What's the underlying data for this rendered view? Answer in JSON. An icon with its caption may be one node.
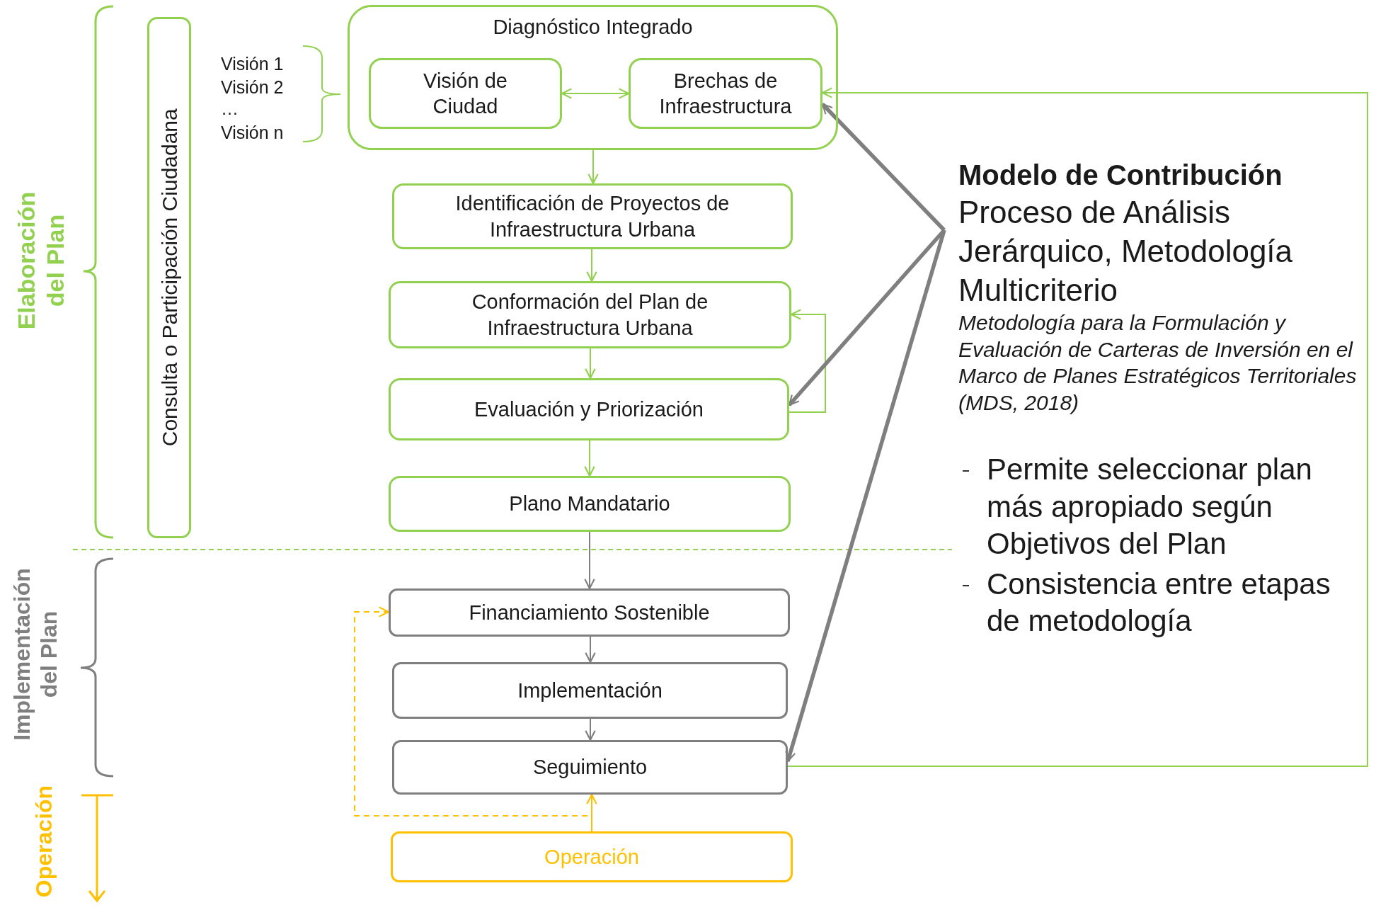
{
  "diagram": {
    "nodes": [
      {
        "text": [
          "Diagnóstico Integrado"
        ]
      },
      {
        "text": [
          "Visión de Ciudad"
        ],
        "in": 0
      },
      {
        "text": [
          "Brechas de Infraestructura"
        ],
        "in": 0
      },
      {
        "text": [
          "Identificación de Proyectos de Infraestructura Urbana"
        ]
      },
      {
        "text": [
          "Conformación del Plan de Infraestructura Urbana"
        ]
      },
      {
        "text": [
          "Evaluación y Priorización"
        ]
      },
      {
        "text": [
          "Plano Mandatario"
        ]
      },
      {
        "text": [
          "Financiamiento Sostenible"
        ]
      },
      {
        "text": [
          "Implementación"
        ]
      },
      {
        "text": [
          "Seguimiento"
        ]
      },
      {
        "text": [
          "Operación"
        ]
      },
      {
        "text": [
          "Consulta o Participación Ciudadana"
        ]
      },
      {
        "text": [
          "Modelo de Contribución",
          "Proceso de Análisis Jerárquico, Metodología Multicriterio",
          "Metodología para la Formulación y Evaluación de Carteras de Inversión en el Marco de Planes Estratégicos Territoriales (MDS, 2018)",
          "Permite seleccionar plan más apropiado según Objetivos del Plan",
          "Consistencia entre etapas de metodología"
        ]
      }
    ],
    "edges": [
      {
        "from": 1,
        "to": 2,
        "arrow": "both"
      },
      {
        "from": 0,
        "to": 3,
        "arrow": "to"
      },
      {
        "from": 3,
        "to": 4,
        "arrow": "to"
      },
      {
        "from": 4,
        "to": 5,
        "arrow": "to"
      },
      {
        "from": 5,
        "to": 6,
        "arrow": "to"
      },
      {
        "from": 5,
        "to": 4,
        "arrow": "to"
      },
      {
        "from": 6,
        "to": 7,
        "arrow": "to",
        "color": "#7f7f7f"
      },
      {
        "from": 7,
        "to": 8,
        "arrow": "to",
        "color": "#7f7f7f"
      },
      {
        "from": 8,
        "to": 9,
        "arrow": "to",
        "color": "#7f7f7f"
      },
      {
        "from": 10,
        "to": 9,
        "arrow": "to",
        "color": "#ffc000"
      },
      {
        "from": 10,
        "to": 7,
        "arrow": "to",
        "style": "dashed",
        "color": "#ffc000"
      },
      {
        "from": 9,
        "to": 2,
        "arrow": "to"
      },
      {
        "from": 12,
        "to": 2,
        "arrow": "to",
        "style": "thick",
        "color": "#7f7f7f"
      },
      {
        "from": 12,
        "to": 5,
        "arrow": "to",
        "style": "thick",
        "color": "#7f7f7f"
      },
      {
        "from": 12,
        "to": 9,
        "arrow": "to",
        "style": "thick",
        "color": "#7f7f7f"
      }
    ],
    "labels": [
      "Visión 1",
      "Visión 2",
      "…",
      "Visión n",
      "Elaboración del Plan",
      "Implementación del Plan",
      "Operación"
    ]
  }
}
